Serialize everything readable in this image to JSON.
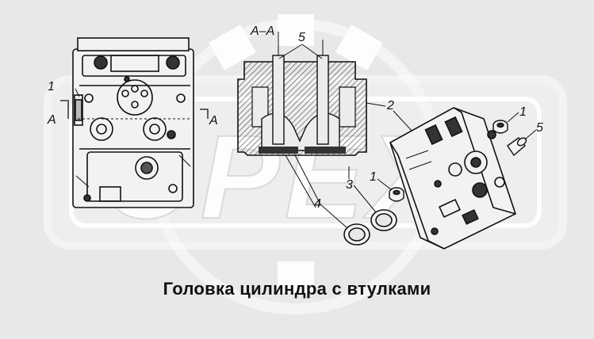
{
  "callouts": {
    "section_label": "A–A",
    "cut_left": "A",
    "cut_right": "A",
    "n1_left": "1",
    "n5_section": "5",
    "n2": "2",
    "n1_right_top": "1",
    "n5_right": "5",
    "n3": "3",
    "n1_bottom": "1",
    "n4": "4"
  },
  "caption": "Головка цилиндра с втулками",
  "colors": {
    "background": "#e8e8e8",
    "watermark": "#ffffff",
    "line": "#111111",
    "hatch": "#555555"
  }
}
